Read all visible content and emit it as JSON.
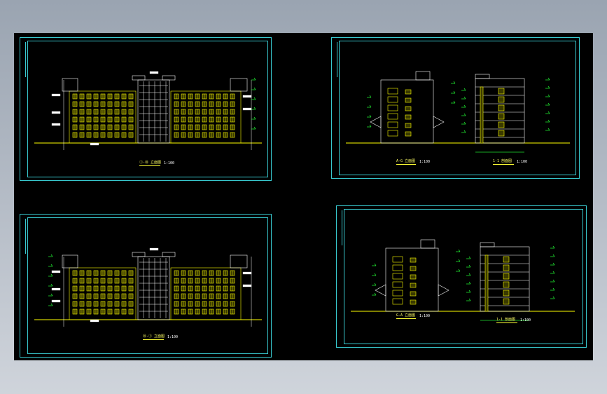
{
  "app": {
    "window": "CAD drawing viewer",
    "background_color": "#000000",
    "frame_color": "#38c9cf",
    "elevation_color": "#ffff00",
    "annotation_color": "#1fe22f"
  },
  "sheets": [
    {
      "id": "front-elevation",
      "caption": "①-⑩ 立面图",
      "scale": "1:100"
    },
    {
      "id": "side-elevation-section",
      "caption": "A-G 立面图",
      "caption2": "1-1 剖面图",
      "scale": "1:100"
    },
    {
      "id": "rear-elevation",
      "caption": "⑩-① 立面图",
      "scale": "1:100"
    },
    {
      "id": "side-elevation-section-2",
      "caption": "G-A 立面图",
      "caption2": "1-1 剖面图",
      "scale": "1:100"
    }
  ]
}
